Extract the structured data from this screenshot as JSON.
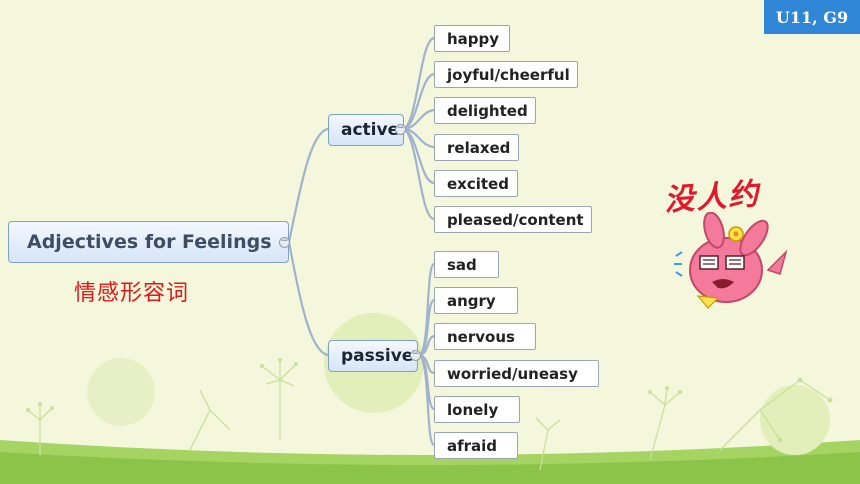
{
  "badge": "U11, G9",
  "root": {
    "label": "Adjectives for Feelings",
    "subtitle": "情感形容词"
  },
  "branches": [
    {
      "label": "active",
      "leaves": [
        "happy",
        "joyful/cheerful",
        "delighted",
        "relaxed",
        "excited",
        "pleased/content"
      ]
    },
    {
      "label": "passive",
      "leaves": [
        "sad",
        "angry",
        "nervous",
        "worried/uneasy",
        "lonely",
        "afraid"
      ]
    }
  ],
  "sticker": {
    "text": "没人约",
    "icon": "pink-rabbit-sticker-icon"
  },
  "colors": {
    "badge": "#2f86d6",
    "connector": "#9fb3cc",
    "subtitle": "#e01818",
    "sticker_text": "#e2182d"
  }
}
